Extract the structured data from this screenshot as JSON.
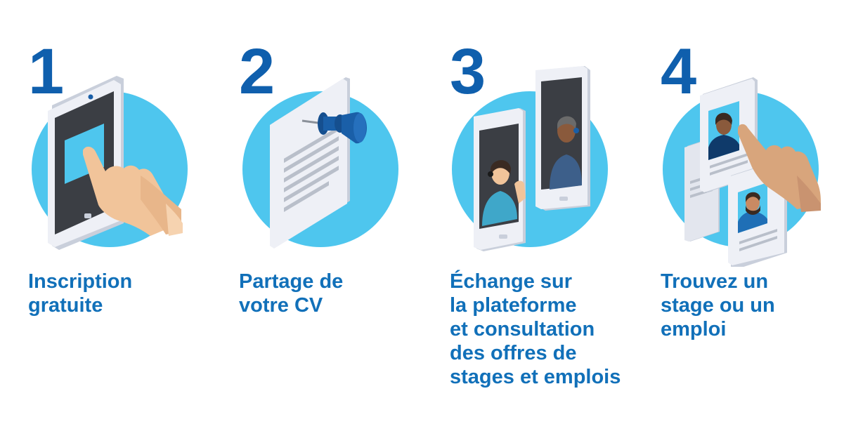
{
  "colors": {
    "circle": "#4ec6ee",
    "number": "#0f5fad",
    "caption": "#1170b9",
    "device": "#eef0f6",
    "pin": "#1a5fa8",
    "skin": "#f1c49a"
  },
  "steps": [
    {
      "number": "1",
      "icon": "tablet-tap-icon",
      "caption_lines": [
        "Inscription",
        "gratuite"
      ]
    },
    {
      "number": "2",
      "icon": "pinned-document-icon",
      "caption_lines": [
        "Partage de",
        "votre CV"
      ]
    },
    {
      "number": "3",
      "icon": "phone-video-call-icon",
      "caption_lines": [
        "Échange sur",
        "la plateforme",
        "et consultation",
        "des offres de",
        "stages et emplois"
      ]
    },
    {
      "number": "4",
      "icon": "profile-cards-select-icon",
      "caption_lines": [
        "Trouvez un",
        "stage ou un",
        "emploi"
      ]
    }
  ]
}
